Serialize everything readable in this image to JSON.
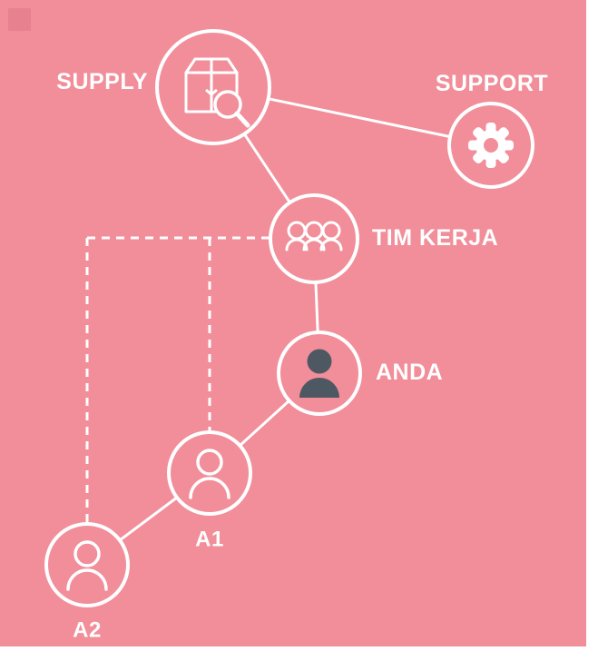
{
  "diagram": {
    "title": "Organization / supply network diagram",
    "colors": {
      "background": "#F18E9A",
      "line": "#FFFFFF",
      "text": "#FFFFFF",
      "person_filled": "#4E5862",
      "corner_accent": "#E8818F"
    },
    "nodes": {
      "supply": {
        "label": "SUPPLY",
        "icon": "package-search-icon"
      },
      "support": {
        "label": "SUPPORT",
        "icon": "gear-icon"
      },
      "tim_kerja": {
        "label": "TIM KERJA",
        "icon": "team-icon"
      },
      "anda": {
        "label": "ANDA",
        "icon": "person-filled-icon"
      },
      "a1": {
        "label": "A1",
        "icon": "person-outline-icon"
      },
      "a2": {
        "label": "A2",
        "icon": "person-outline-icon"
      }
    },
    "connections": [
      {
        "from": "supply",
        "to": "support",
        "style": "solid"
      },
      {
        "from": "supply",
        "to": "tim_kerja",
        "style": "solid"
      },
      {
        "from": "tim_kerja",
        "to": "anda",
        "style": "solid"
      },
      {
        "from": "anda",
        "to": "a1",
        "style": "solid"
      },
      {
        "from": "a1",
        "to": "a2",
        "style": "solid"
      },
      {
        "from": "tim_kerja",
        "to": "a1",
        "style": "dashed"
      },
      {
        "from": "tim_kerja",
        "to": "a2",
        "style": "dashed"
      }
    ]
  }
}
